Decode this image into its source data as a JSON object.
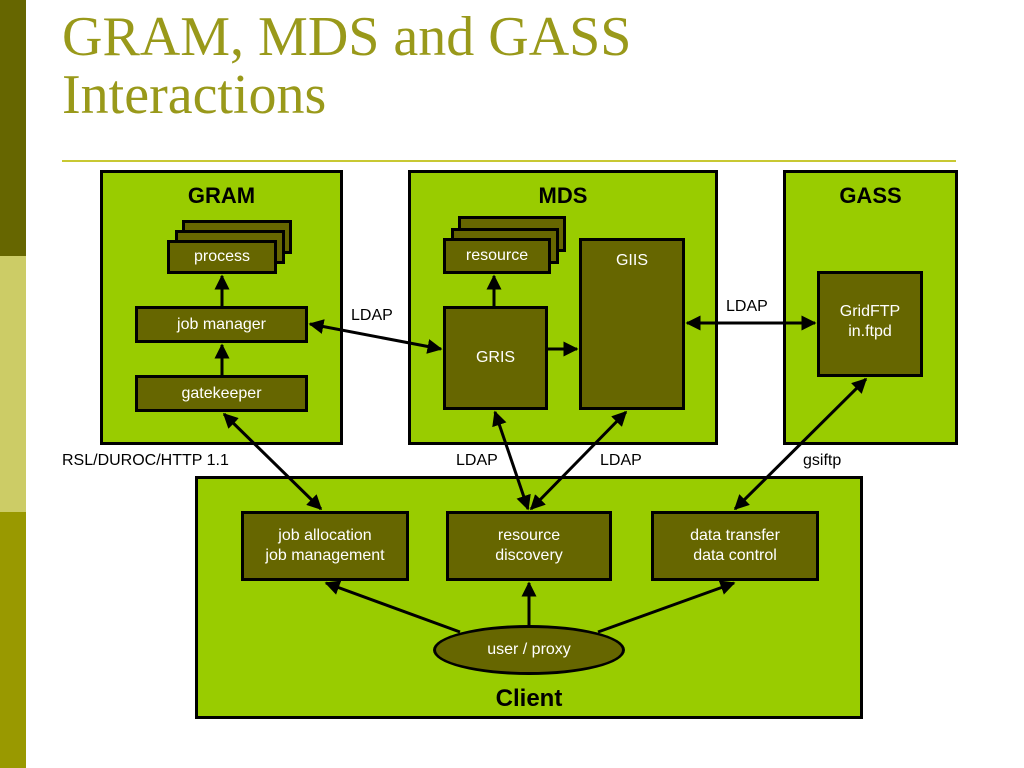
{
  "title": {
    "line1": "GRAM, MDS and GASS",
    "line2": "Interactions"
  },
  "colors": {
    "title": "#99991a",
    "panel": "#99cc00",
    "box": "#666600",
    "side_dark": "#666600",
    "side_light": "#cccc66",
    "side_mid": "#999900"
  },
  "gram": {
    "title": "GRAM",
    "process": "process",
    "job_manager": "job manager",
    "gatekeeper": "gatekeeper"
  },
  "mds": {
    "title": "MDS",
    "resource": "resource",
    "gris": "GRIS",
    "giis": "GIIS"
  },
  "gass": {
    "title": "GASS",
    "gridftp_line1": "GridFTP",
    "gridftp_line2": "in.ftpd"
  },
  "client": {
    "title": "Client",
    "job_line1": "job allocation",
    "job_line2": "job management",
    "res_line1": "resource",
    "res_line2": "discovery",
    "data_line1": "data transfer",
    "data_line2": "data control",
    "user_proxy": "user / proxy"
  },
  "labels": {
    "ldap_gram_mds": "LDAP",
    "ldap_mds_gass": "LDAP",
    "rsl": "RSL/DUROC/HTTP 1.1",
    "ldap_gris_client": "LDAP",
    "ldap_giis_client": "LDAP",
    "gsiftp": "gsiftp"
  }
}
